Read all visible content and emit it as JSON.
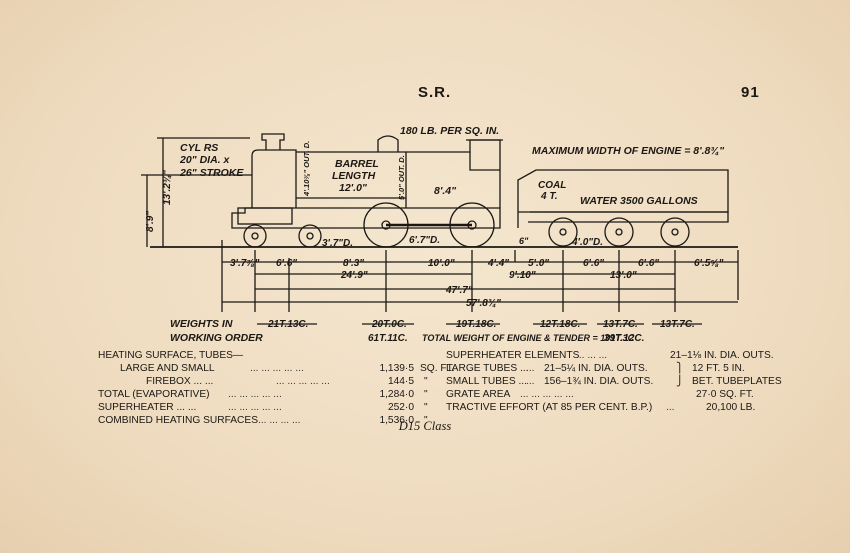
{
  "header": {
    "left": "S.R.",
    "page_number": "91"
  },
  "diagram": {
    "pressure": "180 LB. PER SQ. IN.",
    "max_width": "MAXIMUM WIDTH OF ENGINE = 8'.8¾\"",
    "cylinders": [
      "CYL RS",
      "20\" DIA. x",
      "26\" STROKE"
    ],
    "barrel": [
      "BARREL",
      "LENGTH",
      "12'.0\""
    ],
    "boiler_dia_front": "4'.10⅞\" OUT. D.",
    "boiler_dia_rear": "5'.0\" OUT. D.",
    "firebox_len": "8'.4\"",
    "height_total": "13'.2¾\"",
    "height_boiler": "8'.9\"",
    "tender_coal": [
      "COAL",
      "4 T."
    ],
    "tender_water": "WATER 3500 GALLONS",
    "bogie_wheel": "3'.7\"D.",
    "driving_wheel": "6'.7\"D.",
    "tender_wheel": "4'.0\"D.",
    "six_inch": "6\"",
    "dims_row1": [
      "3'.7⅞\"",
      "6'.6\"",
      "8'.3\"",
      "10'.0\"",
      "4'.4\"",
      "5'.0\"",
      "6'.6\"",
      "6'.6\"",
      "6'.5⅝\""
    ],
    "dims_row2": [
      "24'.9\"",
      "9'.10\"",
      "13'.0\""
    ],
    "dims_row3": "47'.7\"",
    "dims_row4": "57'.8¾\"",
    "weights_label": [
      "WEIGHTS IN",
      "WORKING ORDER"
    ],
    "weights": [
      "21T.13C.",
      "20T.0C.",
      "19T.18C.",
      "12T.18C.",
      "13T.7C.",
      "13T.7C."
    ],
    "engine_weight": "61T.11C.",
    "total_weight": "TOTAL WEIGHT OF ENGINE & TENDER = 101T.3C",
    "tender_weight": "39T.12C."
  },
  "specs_left": [
    {
      "label": "HEATING SURFACE, TUBES—",
      "dots": "",
      "value": "",
      "unit": ""
    },
    {
      "label": "LARGE AND SMALL",
      "dots": "...  ...  ...  ...  ...",
      "value": "1,139·5",
      "unit": "SQ. FT."
    },
    {
      "label": "FIREBOX ...  ...",
      "dots": "...  ...  ...  ...  ...",
      "value": "144·5",
      "unit": "\""
    },
    {
      "label": "TOTAL (EVAPORATIVE)",
      "dots": "...  ...  ...  ...  ...",
      "value": "1,284·0",
      "unit": "\""
    },
    {
      "label": "SUPERHEATER ...  ...",
      "dots": "...  ...  ...  ...  ...",
      "value": "252·0",
      "unit": "\""
    },
    {
      "label": "COMBINED HEATING SURFACES",
      "dots": "...  ...  ...  ...",
      "value": "1,536·0",
      "unit": "\""
    }
  ],
  "specs_right": [
    {
      "label": "SUPERHEATER ELEMENTS",
      "dots": "...  ...  ...",
      "value": "21–1⅛ IN. DIA. OUTS."
    },
    {
      "label": "LARGE TUBES ...",
      "dots": "...",
      "value": "21–5¼ IN. DIA. OUTS.",
      "extra": "12 FT. 5 IN."
    },
    {
      "label": "SMALL TUBES ...",
      "dots": "...",
      "value": "156–1¾ IN. DIA. OUTS.",
      "extra": "BET. TUBEPLATES"
    },
    {
      "label": "GRATE AREA",
      "dots": "...  ...  ...  ...  ...",
      "value": "27·0 SQ. FT."
    },
    {
      "label": "TRACTIVE EFFORT (AT 85 PER CENT. B.P.)",
      "dots": "...",
      "value": "20,100 LB."
    }
  ],
  "caption": "D15 Class"
}
